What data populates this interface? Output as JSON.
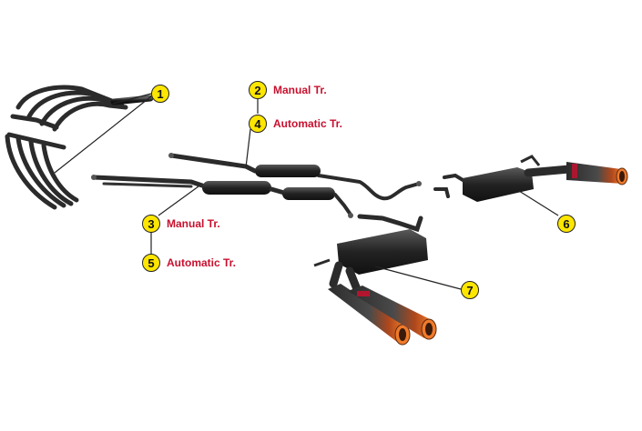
{
  "callouts": [
    {
      "number": "1",
      "text": ""
    },
    {
      "number": "2",
      "text": "Manual Tr."
    },
    {
      "number": "4",
      "text": "Automatic Tr."
    },
    {
      "number": "3",
      "text": "Manual Tr."
    },
    {
      "number": "5",
      "text": "Automatic Tr."
    },
    {
      "number": "6",
      "text": ""
    },
    {
      "number": "7",
      "text": ""
    }
  ],
  "colors": {
    "badge_fill": "#ffe600",
    "label_text": "#c8102e",
    "pipe": "#2a2a2a",
    "tip_glow": "#e8541e"
  },
  "parts": [
    "header-manifolds",
    "front-pipes",
    "center-mufflers",
    "rear-muffler-right",
    "rear-muffler-left-dual-tip"
  ]
}
